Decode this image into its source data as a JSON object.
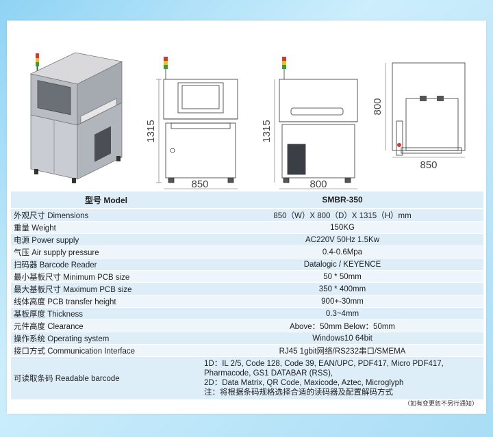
{
  "drawings": {
    "front_dims": {
      "height": "1315",
      "width": "850"
    },
    "side_dims": {
      "height": "1315",
      "width": "800"
    },
    "top_dims": {
      "depth": "800",
      "width": "850"
    }
  },
  "table": {
    "header": {
      "label": "型号 Model",
      "value": "SMBR-350"
    },
    "rows": [
      {
        "label": "外观尺寸  Dimensions",
        "value": "850（W）X 800（D）X 1315（H）mm"
      },
      {
        "label": "重量  Weight",
        "value": "150KG"
      },
      {
        "label": "电源  Power supply",
        "value": "AC220V 50Hz 1.5Kw"
      },
      {
        "label": "气压  Air supply pressure",
        "value": "0.4-0.6Mpa"
      },
      {
        "label": "扫码器  Barcode Reader",
        "value": "Datalogic / KEYENCE"
      },
      {
        "label": "最小基板尺寸  Minimum PCB size",
        "value": "50 * 50mm"
      },
      {
        "label": "最大基板尺寸  Maximum PCB size",
        "value": "350 * 400mm"
      },
      {
        "label": "线体高度  PCB transfer height",
        "value": "900+-30mm"
      },
      {
        "label": "基板厚度  Thickness",
        "value": "0.3~4mm"
      },
      {
        "label": "元件高度  Clearance",
        "value": "Above：50mm  Below：50mm"
      },
      {
        "label": "操作系统  Operating system",
        "value": "Windows10 64bit"
      },
      {
        "label": "接口方式  Communication Interface",
        "value": "RJ45 1gbit网络/RS232串口/SMEMA"
      }
    ],
    "barcode": {
      "label": "可读取条码  Readable barcode",
      "lines": [
        "1D：IL 2/5, Code 128, Code 39, EAN/UPC, PDF417, Micro PDF417,",
        "Pharmacode, GS1 DATABAR (RSS),",
        "2D：Data Matrix, QR Code, Maxicode, Aztec, Microglyph",
        "注：将根据条码规格选择合适的读码器及配置解码方式"
      ]
    }
  },
  "footnote": "（如有变更恕不另行通知）"
}
